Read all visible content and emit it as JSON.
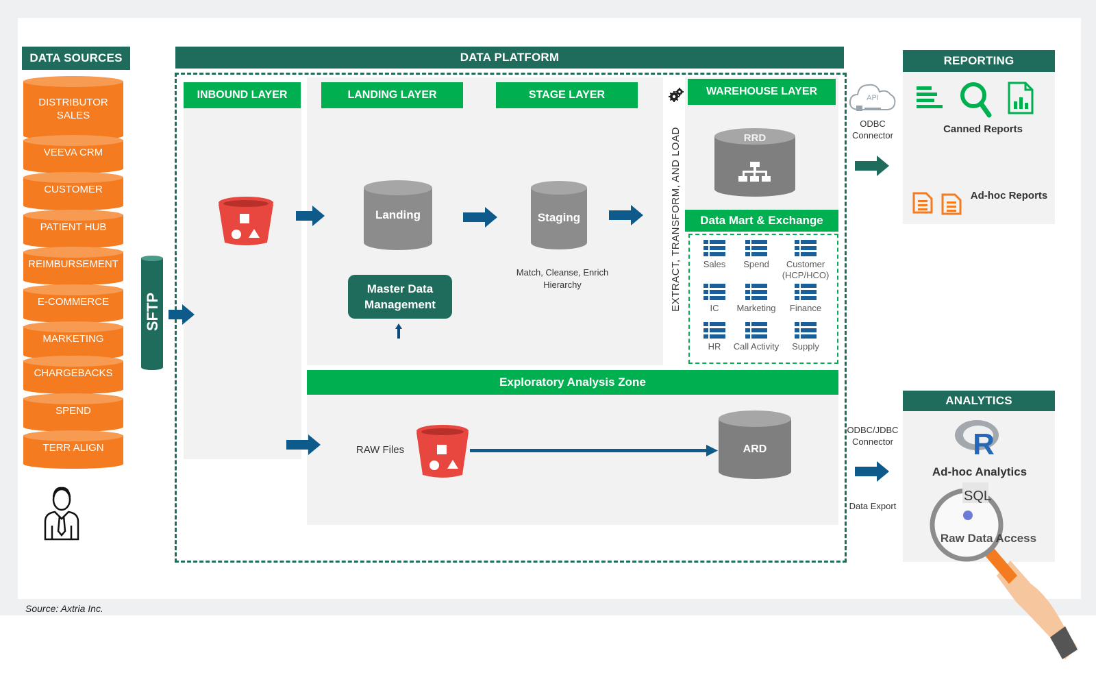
{
  "colors": {
    "dark_teal": "#1f6b5c",
    "green": "#00b050",
    "orange": "#f47b20",
    "gray_db": "#8c8c8c",
    "navy": "#0e5a8a",
    "red_bucket": "#e8473f"
  },
  "data_sources": {
    "title": "DATA SOURCES",
    "items": [
      {
        "label": "DISTRIBUTOR\nSALES"
      },
      {
        "label": "VEEVA CRM"
      },
      {
        "label": "CUSTOMER"
      },
      {
        "label": "PATIENT HUB"
      },
      {
        "label": "REIMBURSEMENT"
      },
      {
        "label": "E-COMMERCE"
      },
      {
        "label": "MARKETING"
      },
      {
        "label": "CHARGEBACKS"
      },
      {
        "label": "SPEND"
      },
      {
        "label": "TERR ALIGN"
      }
    ],
    "user_icon": "user-tie-icon"
  },
  "sftp": {
    "label": "SFTP"
  },
  "platform": {
    "title": "DATA PLATFORM",
    "inbound": {
      "title": "INBOUND LAYER",
      "icon": "bucket-icon"
    },
    "landing": {
      "title": "LANDING LAYER",
      "db_label": "Landing",
      "mdm_label": "Master Data\nManagement"
    },
    "stage": {
      "title": "STAGE LAYER",
      "db_label": "Staging",
      "caption": "Match, Cleanse, Enrich\nHierarchy"
    },
    "etl_label": "EXTRACT, TRANSFORM, AND LOAD",
    "warehouse": {
      "title": "WAREHOUSE LAYER",
      "db_label": "RRD",
      "icon": "hierarchy-icon"
    },
    "datamart": {
      "title": "Data Mart & Exchange",
      "items": [
        "Sales",
        "Spend",
        "Customer\n(HCP/HCO)",
        "IC",
        "Marketing",
        "Finance",
        "HR",
        "Call Activity",
        "Supply"
      ]
    },
    "exploratory": {
      "title": "Exploratory Analysis Zone",
      "raw_files": "RAW Files",
      "db_label": "ARD"
    }
  },
  "connectors": {
    "api_label": "API",
    "odbc": "ODBC\nConnector",
    "odbc_jdbc": "ODBC/JDBC\nConnector",
    "data_export": "Data Export"
  },
  "reporting": {
    "title": "REPORTING",
    "canned": "Canned Reports",
    "adhoc": "Ad-hoc Reports"
  },
  "analytics": {
    "title": "ANALYTICS",
    "r_logo": "R",
    "adhoc": "Ad-hoc Analytics",
    "sql_label": "SQL",
    "raw_access": "Raw Data Access"
  },
  "source_note": "Source: Axtria Inc."
}
